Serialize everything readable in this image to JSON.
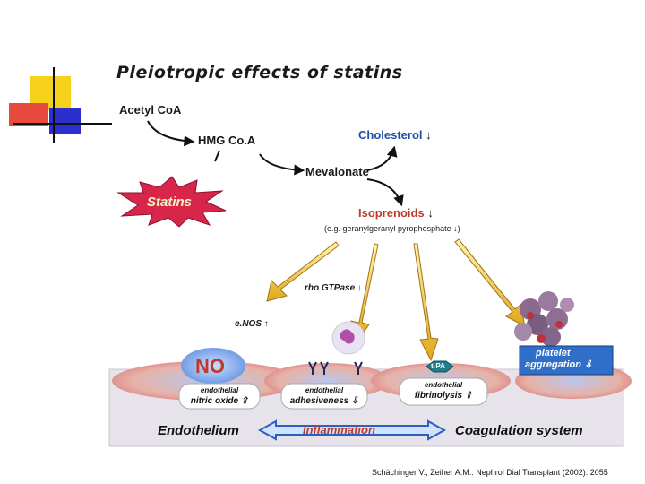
{
  "title": "Pleiotropic effects of statins",
  "pathway": {
    "acetyl": "Acetyl CoA",
    "hmg": "HMG Co.A",
    "mevalonate": "Mevalonate",
    "cholesterol": "Cholesterol",
    "cholesterol_arrow": "↓",
    "isoprenoids": "Isoprenoids",
    "isoprenoids_arrow": "↓",
    "isoprenoids_note": "(e.g. geranylgeranyl pyrophosphate ↓)",
    "statins": "Statins"
  },
  "effects": {
    "rho": "rho GTPase ↓",
    "enos": "e.NOS ↑",
    "no": "NO",
    "tpa": "t-PA",
    "platelet_line1": "platelet",
    "platelet_line2": "aggregation ⇩"
  },
  "cells": {
    "nitric_top": "endothelial",
    "nitric_bottom": "nitric oxide ⇧",
    "adhesion_top": "endothelial",
    "adhesion_bottom": "adhesiveness ⇩",
    "fibrin_top": "endothelial",
    "fibrin_bottom": "fibrinolysis ⇧"
  },
  "bottom": {
    "left": "Endothelium",
    "middle": "Inflammation",
    "right": "Coagulation system"
  },
  "citation": "Schächinger V., Zeiher A.M.: Nephrol Dial Transplant (2002): 2055",
  "colors": {
    "accent_red": "#c0392b",
    "accent_blue": "#1f4ea8",
    "arrow_fill": "#e8c22a",
    "band_bg": "#e6e3ea"
  }
}
